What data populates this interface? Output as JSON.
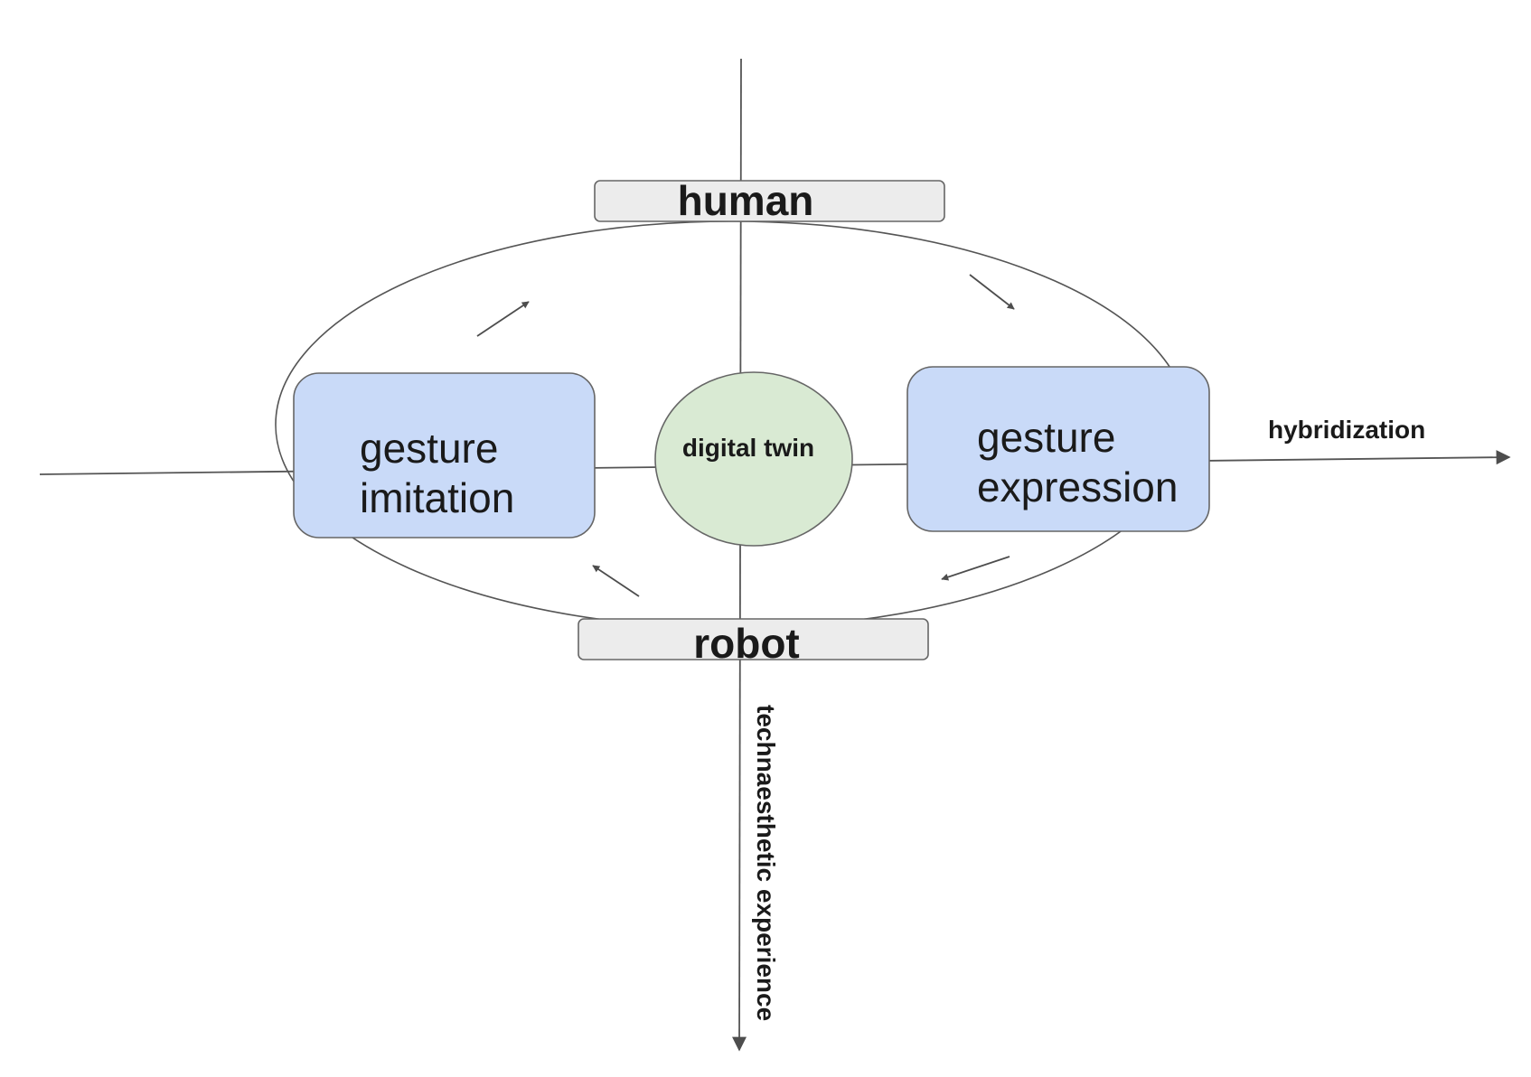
{
  "nodes": {
    "human": "human",
    "robot": "robot",
    "gesture_imitation": [
      "gesture",
      "imitation"
    ],
    "gesture_expression": [
      "gesture",
      "expression"
    ],
    "digital_twin": "digital twin"
  },
  "axes": {
    "horizontal": "hybridization",
    "vertical": "technaesthetic experience"
  },
  "colors": {
    "box_fill": "#c9daf8",
    "circle_fill": "#d9ead3",
    "bar_fill": "#ececec",
    "stroke": "#555555",
    "arrow": "#4d4d4d"
  }
}
